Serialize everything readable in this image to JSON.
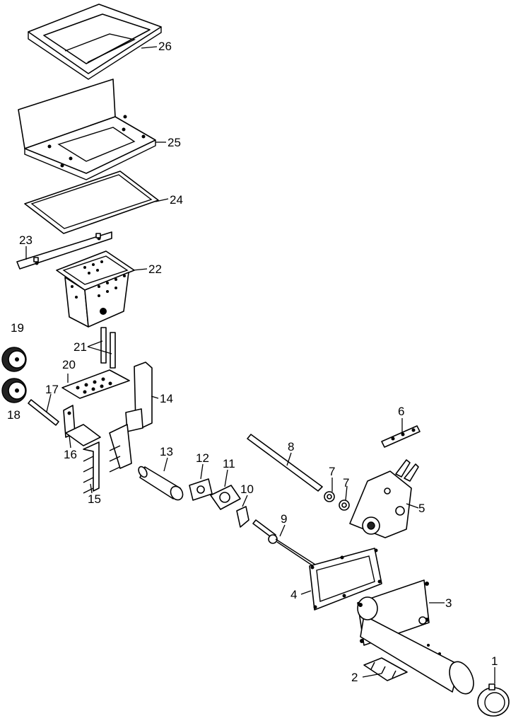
{
  "diagram": {
    "labels": [
      "1",
      "2",
      "3",
      "4",
      "5",
      "6",
      "7",
      "7",
      "8",
      "9",
      "10",
      "11",
      "12",
      "13",
      "14",
      "15",
      "16",
      "17",
      "18",
      "19",
      "20",
      "21",
      "22",
      "23",
      "24",
      "25",
      "26"
    ]
  }
}
